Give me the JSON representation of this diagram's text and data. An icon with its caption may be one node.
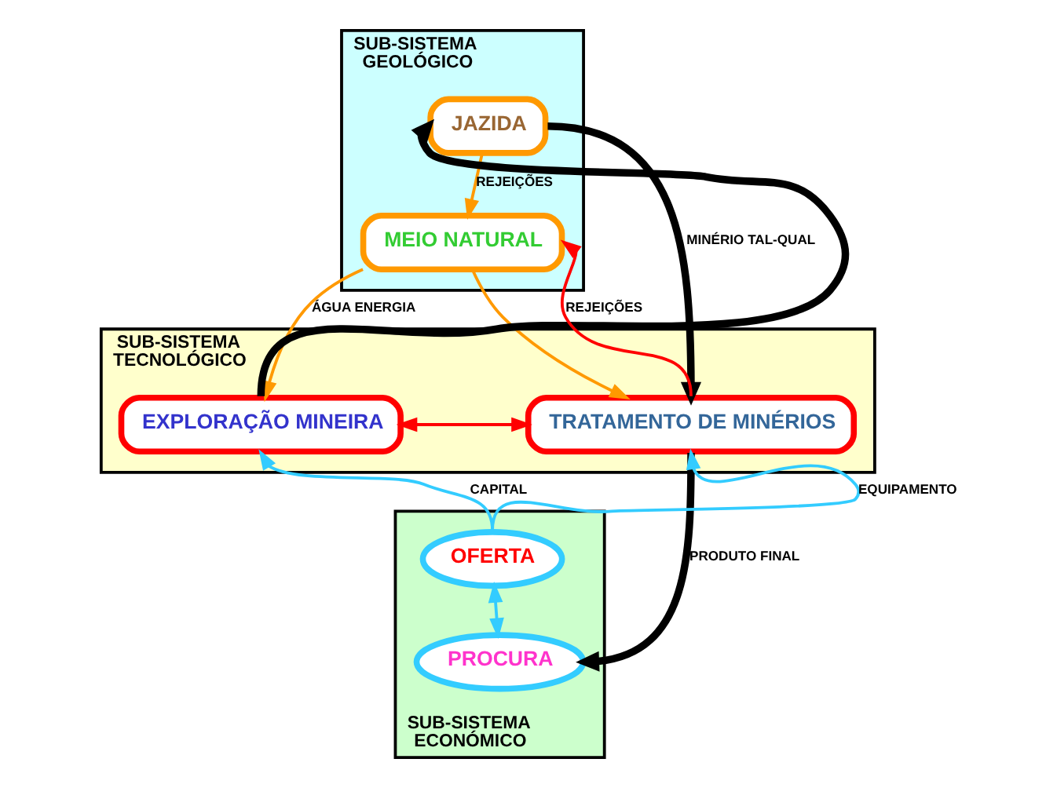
{
  "diagram": {
    "nodes": [
      {
        "text": [
          "SUB-SISTEMA GEOLÓGICO"
        ]
      },
      {
        "text": [
          "JAZIDA"
        ],
        "in": 0
      },
      {
        "text": [
          "MEIO NATURAL"
        ],
        "in": 0
      },
      {
        "text": [
          "SUB-SISTEMA TECNOLÓGICO"
        ]
      },
      {
        "text": [
          "EXPLORAÇÃO MINEIRA"
        ],
        "in": 3
      },
      {
        "text": [
          "TRATAMENTO DE MINÉRIOS"
        ],
        "in": 3
      },
      {
        "text": [
          "SUB-SISTEMA ECONÓMICO"
        ]
      },
      {
        "text": [
          "OFERTA"
        ],
        "in": 6
      },
      {
        "text": [
          "PROCURA"
        ],
        "in": 6
      }
    ],
    "edges": [
      {
        "from": 1,
        "to": 2,
        "arrow": "to",
        "label": "REJEIÇÕES",
        "color": "#ff9900"
      },
      {
        "from": 2,
        "to": 4,
        "arrow": "to",
        "label": "ÁGUA ENERGIA",
        "color": "#ff9900"
      },
      {
        "from": 2,
        "to": 5,
        "arrow": "to",
        "color": "#ff9900"
      },
      {
        "from": 5,
        "to": 2,
        "arrow": "to",
        "label": "REJEIÇÕES",
        "color": "#ff0000"
      },
      {
        "from": 4,
        "to": 1,
        "arrow": "to",
        "style": "thick",
        "color": "#000000"
      },
      {
        "from": 1,
        "to": 5,
        "arrow": "to",
        "label": "MINÉRIO TAL-QUAL",
        "style": "thick",
        "color": "#000000"
      },
      {
        "from": 4,
        "to": 5,
        "arrow": "both",
        "color": "#ff0000"
      },
      {
        "from": 7,
        "to": 4,
        "arrow": "to",
        "label": "CAPITAL",
        "color": "#33ccff"
      },
      {
        "from": 7,
        "to": 5,
        "arrow": "to",
        "label": "EQUIPAMENTO",
        "color": "#33ccff"
      },
      {
        "from": 7,
        "to": 8,
        "arrow": "both",
        "color": "#33ccff"
      },
      {
        "from": 5,
        "to": 8,
        "arrow": "to",
        "label": "PRODUTO FINAL",
        "style": "thick",
        "color": "#000000"
      }
    ]
  }
}
